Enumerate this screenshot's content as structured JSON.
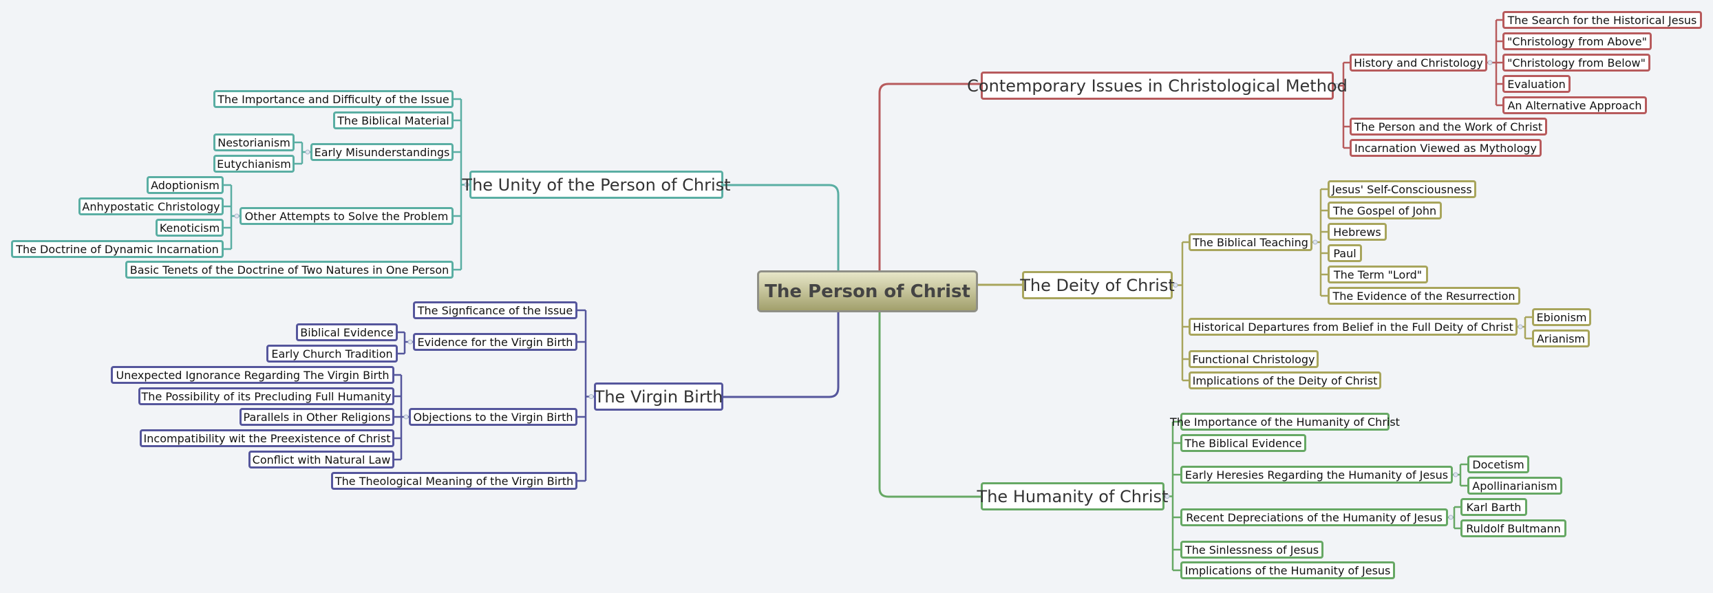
{
  "colors": {
    "contemporary": "#b75a5c",
    "deity": "#a8a55c",
    "unity": "#5aaea3",
    "virgin_birth": "#55569c",
    "humanity": "#66a864",
    "background": "#f2f4f7"
  },
  "root": {
    "label": "The Person of Christ"
  },
  "branches": {
    "contemporary": {
      "label": "Contemporary Issues in Christological Method",
      "history": "History and Christology",
      "search": "The Search for the Historical Jesus",
      "above": "\"Christology from Above\"",
      "below": "\"Christology from Below\"",
      "evaluation": "Evaluation",
      "alternative": "An Alternative Approach",
      "person_work": "The Person and the Work of Christ",
      "incarnation_myth": "Incarnation Viewed as Mythology"
    },
    "deity": {
      "label": "The Deity of Christ",
      "biblical_teaching": "The Biblical Teaching",
      "self_consciousness": "Jesus' Self-Consciousness",
      "gospel_john": "The Gospel of John",
      "hebrews": "Hebrews",
      "paul": "Paul",
      "term_lord": "The Term \"Lord\"",
      "resurrection": "The Evidence of the Resurrection",
      "departures": "Historical Departures from Belief in the Full Deity of Christ",
      "ebionism": "Ebionism",
      "arianism": "Arianism",
      "functional": "Functional Christology",
      "implications": "Implications of the Deity of Christ"
    },
    "unity": {
      "label": "The Unity of the Person of Christ",
      "importance": "The Importance and Difficulty of the Issue",
      "biblical_material": "The Biblical Material",
      "misunderstandings": "Early Misunderstandings",
      "nestorianism": "Nestorianism",
      "eutychianism": "Eutychianism",
      "other_attempts": "Other Attempts to Solve the Problem",
      "adoptionism": "Adoptionism",
      "anhypostatic": "Anhypostatic Christology",
      "kenoticism": "Kenoticism",
      "dynamic_incarnation": "The Doctrine of Dynamic Incarnation",
      "basic_tenets": "Basic Tenets of the Doctrine of Two Natures in One Person"
    },
    "virgin_birth": {
      "label": "The Virgin Birth",
      "significance": "The Signficance of the Issue",
      "evidence": "Evidence for the Virgin Birth",
      "biblical_evidence": "Biblical Evidence",
      "early_church": "Early Church Tradition",
      "objections": "Objections to the Virgin Birth",
      "ignorance": "Unexpected Ignorance Regarding The Virgin Birth",
      "precluding": "The Possibility of its Precluding Full Humanity",
      "parallels": "Parallels in Other Religions",
      "preexistence": "Incompatibility wit the Preexistence of Christ",
      "natural_law": "Conflict with Natural Law",
      "theological_meaning": "The Theological Meaning of the Virgin Birth"
    },
    "humanity": {
      "label": "The Humanity of Christ",
      "importance": "The Importance of the Humanity of Christ",
      "biblical_evidence": "The Biblical Evidence",
      "heresies": "Early Heresies Regarding the Humanity of Jesus",
      "docetism": "Docetism",
      "apollinarianism": "Apollinarianism",
      "depreciations": "Recent Depreciations of the Humanity of Jesus",
      "barth": "Karl Barth",
      "bultmann": "Ruldolf Bultmann",
      "sinlessness": "The Sinlessness of Jesus",
      "implications": "Implications of the Humanity of Jesus"
    }
  }
}
